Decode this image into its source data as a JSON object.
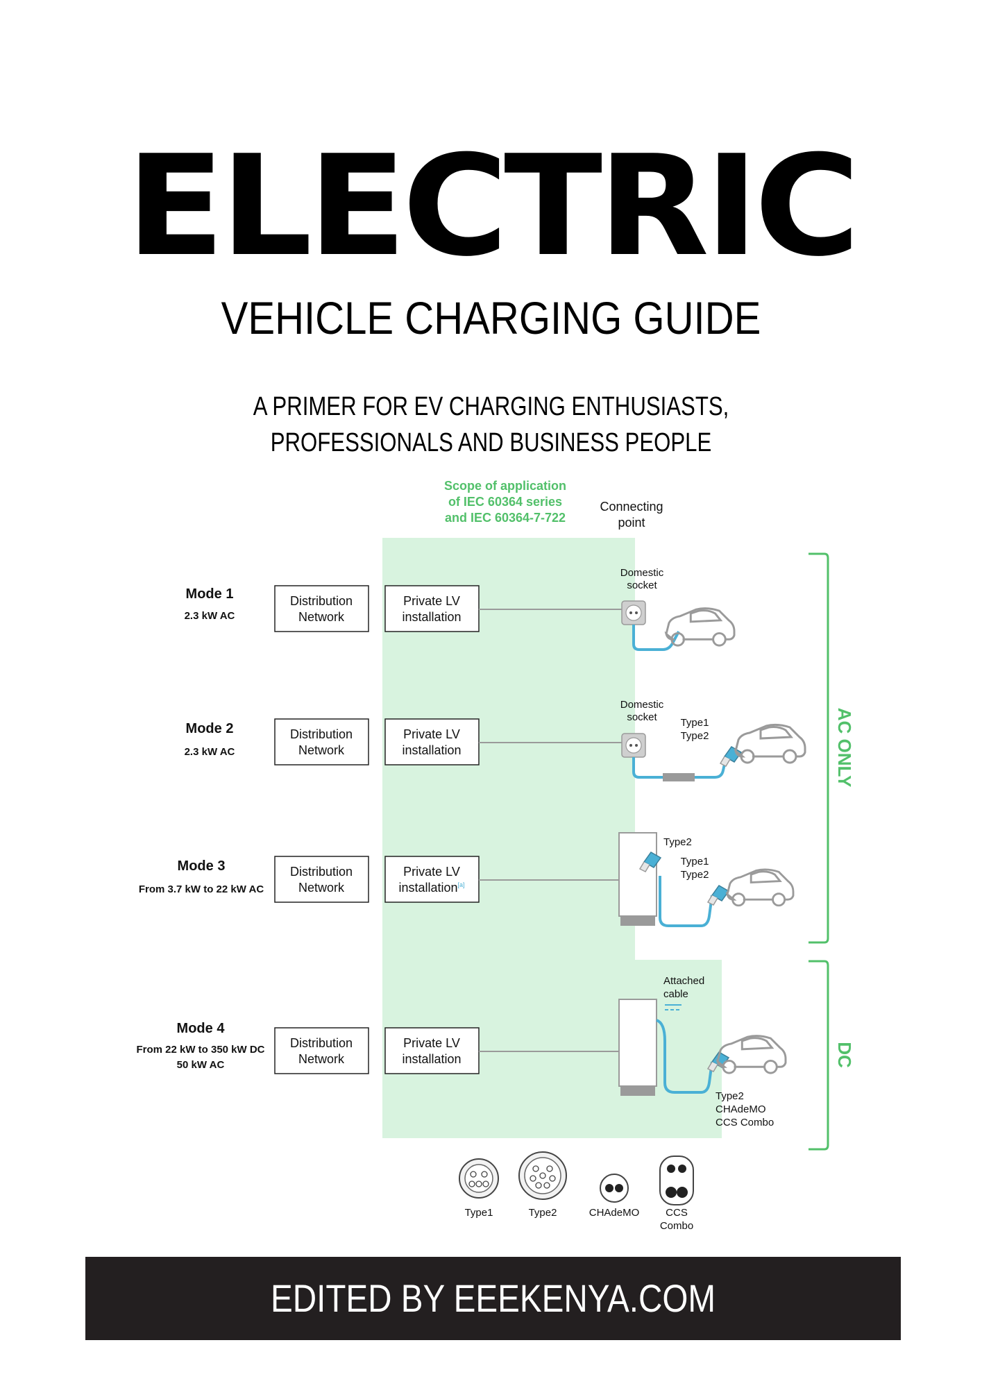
{
  "cover": {
    "title": "ELECTRIC",
    "subtitle": "VEHICLE CHARGING GUIDE",
    "primer": "A PRIMER FOR EV CHARGING ENTHUSIASTS, PROFESSIONALS AND BUSINESS PEOPLE",
    "footer": "EDITED BY EEEKENYA.COM"
  },
  "diagram": {
    "scope_label": [
      "Scope of application",
      "of IEC 60364 series",
      "and IEC 60364-7-722"
    ],
    "connecting_point": [
      "Connecting",
      "point"
    ],
    "modes": [
      {
        "name": "Mode 1",
        "power": [
          "2.3 kW AC"
        ],
        "distribution": [
          "Distribution",
          "Network"
        ],
        "installation": [
          "Private LV",
          "installation"
        ]
      },
      {
        "name": "Mode 2",
        "power": [
          "2.3 kW AC"
        ],
        "distribution": [
          "Distribution",
          "Network"
        ],
        "installation": [
          "Private LV",
          "installation"
        ]
      },
      {
        "name": "Mode 3",
        "power": [
          "From 3.7 kW to 22 kW AC"
        ],
        "distribution": [
          "Distribution",
          "Network"
        ],
        "installation": [
          "Private LV",
          "installation"
        ],
        "installation_note": "[a]"
      },
      {
        "name": "Mode 4",
        "power": [
          "From 22 kW to 350 kW DC",
          "50 kW AC"
        ],
        "distribution": [
          "Distribution",
          "Network"
        ],
        "installation": [
          "Private LV",
          "installation"
        ]
      }
    ],
    "labels": {
      "domestic_socket": [
        "Domestic",
        "socket"
      ],
      "type1_type2": [
        "Type1",
        "Type2"
      ],
      "type2": "Type2",
      "attached_cable": [
        "Attached",
        "cable"
      ],
      "dc_connectors": [
        "Type2",
        "CHAdeMO",
        "CCS Combo"
      ]
    },
    "brackets": {
      "ac": "AC ONLY",
      "dc": "DC"
    },
    "connectors": [
      "Type1",
      "Type2",
      "CHAdeMO",
      [
        "CCS",
        "Combo"
      ]
    ],
    "colors": {
      "scope": "#d8f3df",
      "accent": "#52c06a",
      "cable": "#4ab0d5",
      "gray": "#9a9a9a"
    }
  }
}
